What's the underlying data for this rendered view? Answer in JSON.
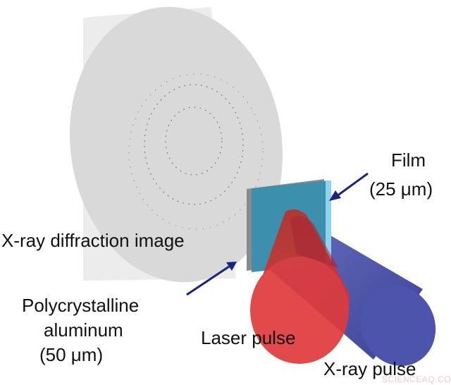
{
  "labels": {
    "film_name": "Film",
    "film_thickness": "(25 μm)",
    "diffraction_image": "X-ray diffraction image",
    "sample_line1": "Polycrystalline",
    "sample_line2": "aluminum",
    "sample_thickness": "(50 μm)",
    "laser": "Laser pulse",
    "xray": "X-ray pulse"
  },
  "watermark": "SCIENCEAQ.COM",
  "colors": {
    "arrow": "#1a237e",
    "film": "#3d8fae",
    "film_edge": "#8fd3ec",
    "laser": "#d42a2a",
    "xray": "#4a52a8",
    "detector": "#d8d8d8"
  }
}
